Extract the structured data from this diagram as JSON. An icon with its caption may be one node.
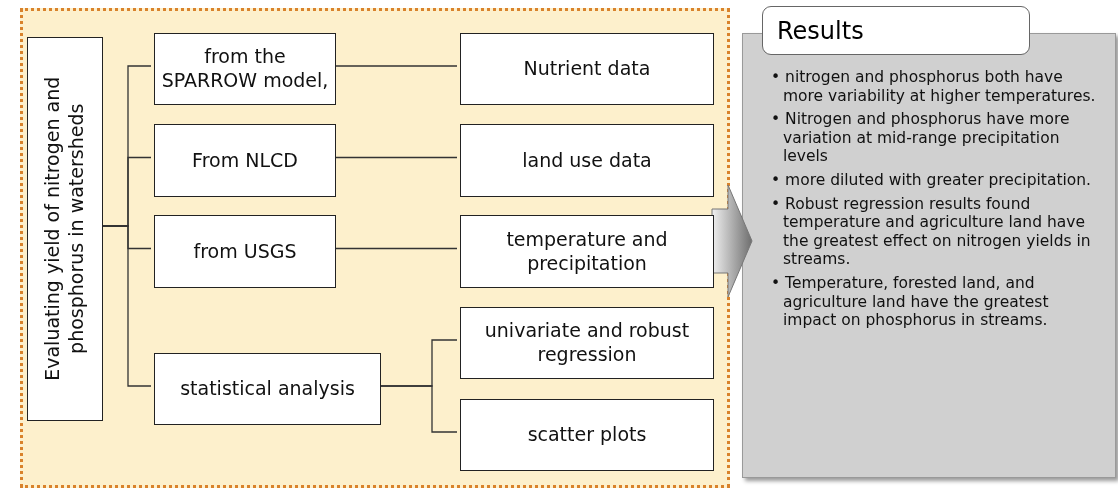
{
  "diagram": {
    "nodes": [
      {
        "text": [],
        "shape": "box"
      },
      {
        "text": [
          "Evaluating yield of nitrogen and phosphorus in watersheds"
        ],
        "in": 0
      },
      {
        "text": [
          "from the SPARROW model,"
        ],
        "in": 0
      },
      {
        "text": [
          "From NLCD"
        ],
        "in": 0
      },
      {
        "text": [
          "from USGS"
        ],
        "in": 0
      },
      {
        "text": [
          "statistical analysis"
        ],
        "in": 0
      },
      {
        "text": [
          "Nutrient data"
        ],
        "in": 0
      },
      {
        "text": [
          "land use data"
        ],
        "in": 0
      },
      {
        "text": [
          "temperature and precipitation"
        ],
        "in": 0
      },
      {
        "text": [
          "univariate and robust regression"
        ],
        "in": 0
      },
      {
        "text": [
          "scatter plots"
        ],
        "in": 0
      },
      {
        "text": [
          "• nitrogen and phosphorus both have more variability at higher temperatures.",
          "• Nitrogen and phosphorus have more variation at mid-range precipitation levels",
          "• more diluted with greater precipitation.",
          "• Robust regression results found temperature and agriculture land have the greatest effect on nitrogen yields in streams.",
          "• Temperature, forested land, and agriculture land have the greatest impact on phosphorus in streams."
        ]
      },
      {
        "text": [
          "Results"
        ]
      }
    ],
    "edges": [
      {
        "from": 1,
        "to": 2,
        "arrow": "none"
      },
      {
        "from": 1,
        "to": 3,
        "arrow": "none"
      },
      {
        "from": 1,
        "to": 4,
        "arrow": "none"
      },
      {
        "from": 1,
        "to": 5,
        "arrow": "none"
      },
      {
        "from": 2,
        "to": 6,
        "arrow": "none"
      },
      {
        "from": 3,
        "to": 7,
        "arrow": "none"
      },
      {
        "from": 4,
        "to": 8,
        "arrow": "none"
      },
      {
        "from": 5,
        "to": 9,
        "arrow": "none"
      },
      {
        "from": 5,
        "to": 10,
        "arrow": "none"
      },
      {
        "from": 0,
        "to": 11,
        "arrow": "to",
        "style": "thick"
      }
    ]
  }
}
